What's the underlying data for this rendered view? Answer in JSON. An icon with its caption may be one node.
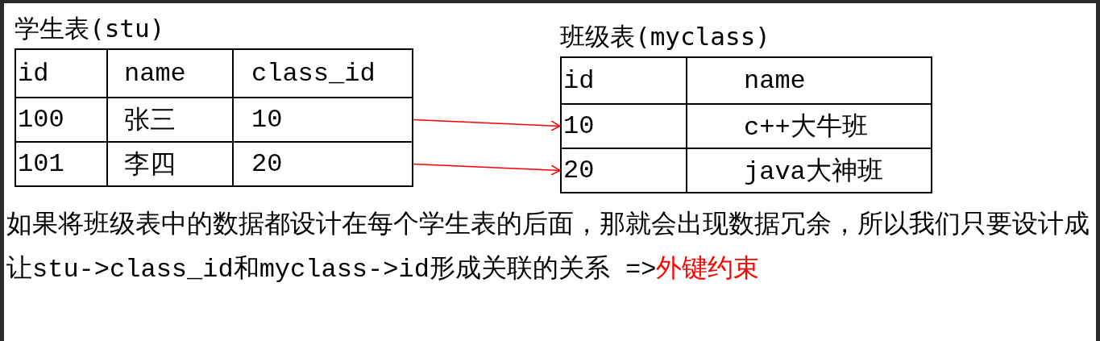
{
  "diagram": {
    "nodes": [
      {
        "text": [
          "学生表(stu)"
        ]
      },
      {
        "text": [
          "id"
        ],
        "in": 0
      },
      {
        "text": [
          "name"
        ],
        "in": 0
      },
      {
        "text": [
          "class_id"
        ],
        "in": 0
      },
      {
        "text": [
          "100"
        ],
        "in": 0
      },
      {
        "text": [
          "张三"
        ],
        "in": 0
      },
      {
        "text": [
          "10"
        ],
        "in": 0
      },
      {
        "text": [
          "101"
        ],
        "in": 0
      },
      {
        "text": [
          "李四"
        ],
        "in": 0
      },
      {
        "text": [
          "20"
        ],
        "in": 0
      },
      {
        "text": [
          "班级表(myclass)"
        ]
      },
      {
        "text": [
          "id"
        ],
        "in": 10
      },
      {
        "text": [
          "name"
        ],
        "in": 10
      },
      {
        "text": [
          "10"
        ],
        "in": 10
      },
      {
        "text": [
          "c++大牛班"
        ],
        "in": 10
      },
      {
        "text": [
          "20"
        ],
        "in": 10
      },
      {
        "text": [
          "java大神班"
        ],
        "in": 10
      }
    ],
    "edges": [
      {
        "from": 6,
        "to": 13,
        "arrow": "to"
      },
      {
        "from": 9,
        "to": 15,
        "arrow": "to"
      }
    ],
    "labels": [
      "如果将班级表中的数据都设计在每个学生表的后面，那就会出现数据冗余，所以我们只要设计成让stu->class_id和myclass->id形成关联的关系 =>",
      "外键约束"
    ]
  }
}
